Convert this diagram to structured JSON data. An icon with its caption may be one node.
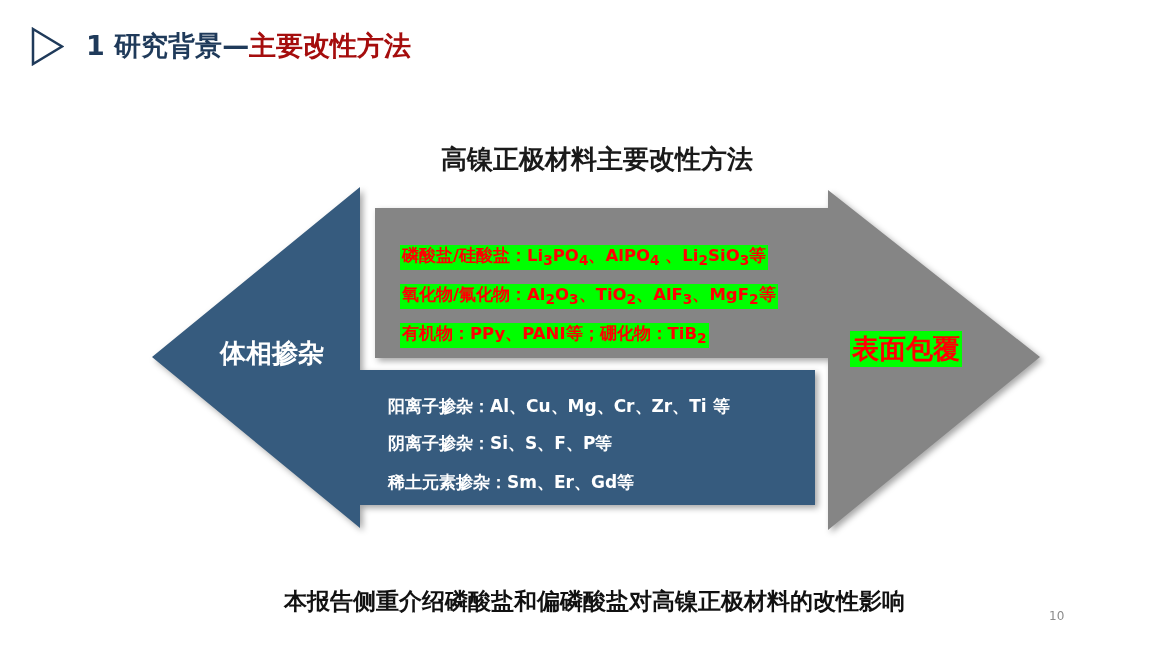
{
  "diagram": {
    "title": "1 研究背景—主要改性方法",
    "caption": "本报告侧重介绍磷酸盐和偏磷酸盐对高镍正极材料的改性影响",
    "nodes": [
      {
        "text": [
          "体相掺杂",
          "阳离子掺杂：Al、Cu、Mg、Cr、Zr、Ti 等",
          "阴离子掺杂：Si、S、F、P等",
          "稀土元素掺杂：Sm、Er、Gd等"
        ]
      },
      {
        "text": [
          "表面包覆",
          "磷酸盐/硅酸盐：Li$_{3}$PO$_{4}$、AlPO$_{4}$ 、Li$_{2}$SiO$_{3}$等",
          "氧化物/氟化物：Al$_{2}$O$_{3}$、TiO$_{2}$、AlF$_{3}$、MgF$_{2}$等",
          "有机物：PPy、PANI等；硼化物：TiB$_{2}$"
        ]
      }
    ],
    "labels": [
      "高镍正极材料主要改性方法",
      "10"
    ]
  }
}
